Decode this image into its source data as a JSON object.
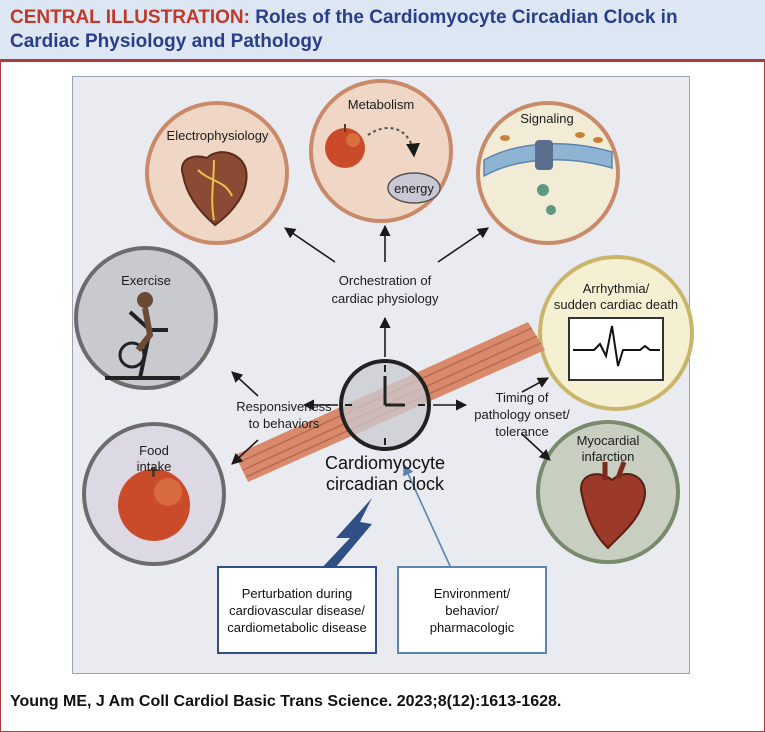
{
  "header": {
    "prefix": "CENTRAL ILLUSTRATION:",
    "line1": "Roles of the Cardiomyocyte Circadian Clock in",
    "line2": "Cardiac Physiology and Pathology"
  },
  "center": {
    "line1": "Cardiomyocyte",
    "line2": "circadian clock"
  },
  "branches": {
    "top_line1": "Orchestration of",
    "top_line2": "cardiac physiology",
    "left_line1": "Responsiveness",
    "left_line2": "to behaviors",
    "right_line1": "Timing of",
    "right_line2": "pathology onset/",
    "right_line3": "tolerance"
  },
  "circles": {
    "electrophysiology": "Electrophysiology",
    "metabolism": "Metabolism",
    "metabolism_energy": "energy",
    "signaling": "Signaling",
    "exercise": "Exercise",
    "food_line1": "Food",
    "food_line2": "intake",
    "arrhythmia_line1": "Arrhythmia/",
    "arrhythmia_line2": "sudden cardiac death",
    "mi_line1": "Myocardial",
    "mi_line2": "infarction"
  },
  "boxes": {
    "perturbation_line1": "Perturbation during",
    "perturbation_line2": "cardiovascular disease/",
    "perturbation_line3": "cardiometabolic disease",
    "environment_line1": "Environment/",
    "environment_line2": "behavior/",
    "environment_line3": "pharmacologic"
  },
  "citation": "Young ME, J Am Coll Cardiol Basic Trans Science. 2023;8(12):1613-1628.",
  "colors": {
    "title_blue": "#2a3f8a",
    "title_red": "#c0392b",
    "frame_red": "#b03a3e",
    "box_blue": "#2f4f86",
    "circle_border_orange": "#c98a6a",
    "circle_border_gray": "#6c6c6c",
    "circle_border_gold": "#c9b66a",
    "circle_border_green": "#7a8a6c"
  }
}
